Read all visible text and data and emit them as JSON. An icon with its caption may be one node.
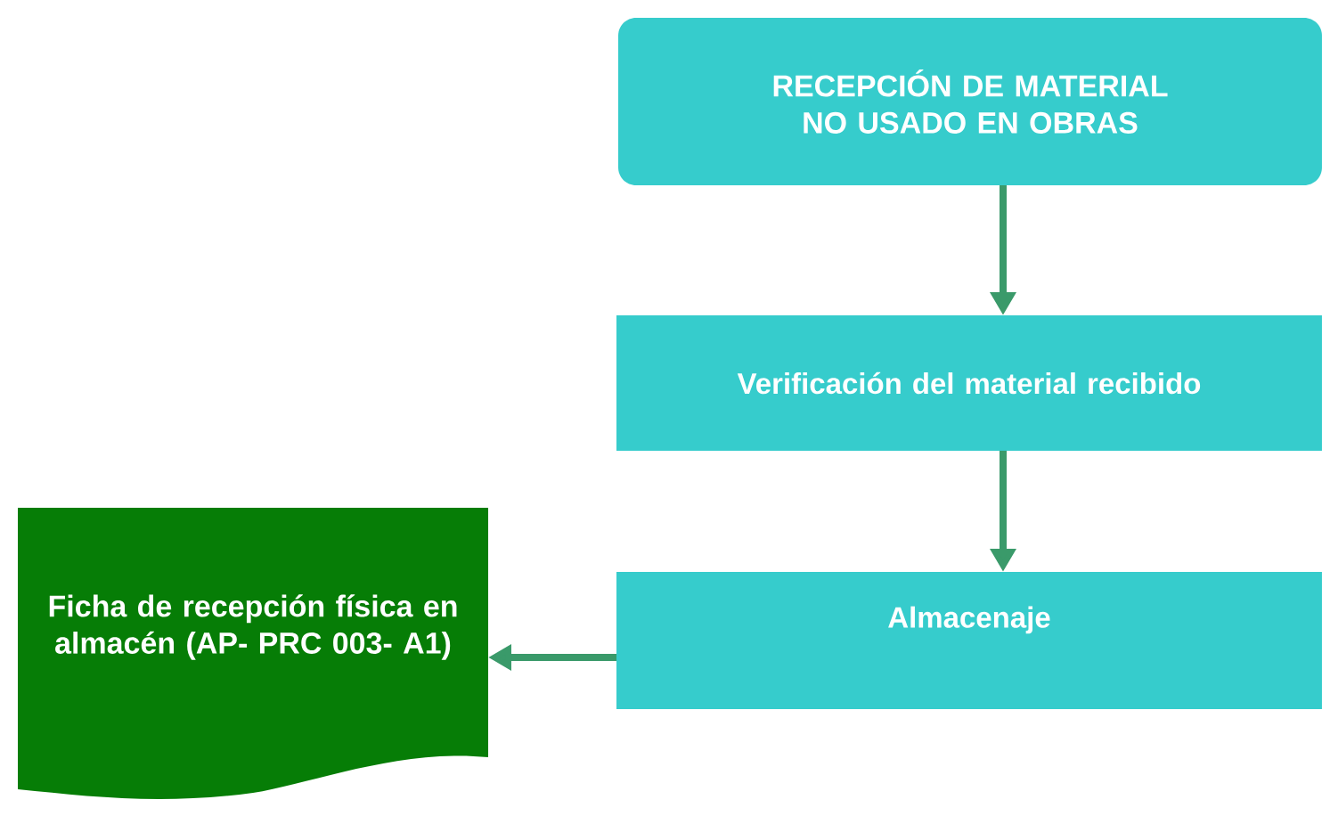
{
  "diagram": {
    "nodes": [
      {
        "text": [
          "RECEPCIÓN DE MATERIAL NO USADO EN OBRAS"
        ]
      },
      {
        "text": [
          "Verificación del material recibido"
        ]
      },
      {
        "text": [
          "Almacenaje"
        ]
      },
      {
        "text": [
          "Ficha de recepción física en almacén (AP- PRC 003- A1)"
        ]
      }
    ],
    "edges": [
      {
        "from": 0,
        "to": 1,
        "arrow": "to"
      },
      {
        "from": 1,
        "to": 2,
        "arrow": "to"
      },
      {
        "from": 2,
        "to": 3,
        "arrow": "to"
      }
    ]
  }
}
